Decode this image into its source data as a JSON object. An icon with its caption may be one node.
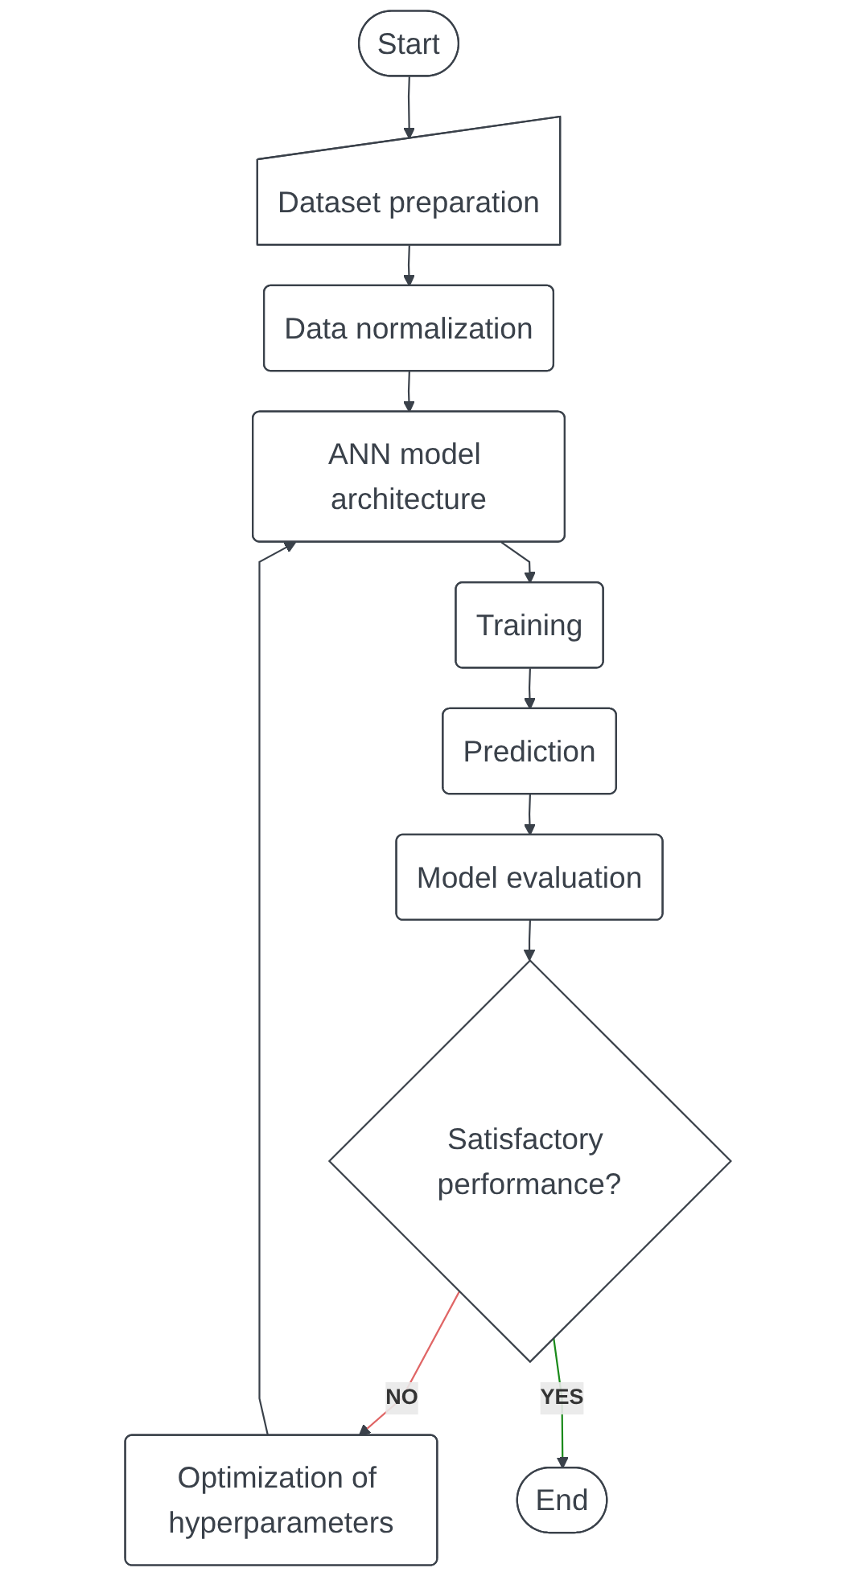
{
  "diagram": {
    "nodes": [
      {
        "text": [
          "Start"
        ]
      },
      {
        "text": [
          "Dataset preparation"
        ]
      },
      {
        "text": [
          "Data normalization"
        ]
      },
      {
        "text": [
          "ANN model architecture"
        ]
      },
      {
        "text": [
          "Optimization of hyperparameters"
        ]
      },
      {
        "text": [
          "Training"
        ]
      },
      {
        "text": [
          "Prediction"
        ]
      },
      {
        "text": [
          "Model evaluation"
        ]
      },
      {
        "text": [
          "Satisfactory performance?"
        ]
      },
      {
        "text": [
          "End"
        ]
      }
    ],
    "edges": [
      {
        "from": 0,
        "to": 1,
        "arrow": "to"
      },
      {
        "from": 1,
        "to": 2,
        "arrow": "to"
      },
      {
        "from": 2,
        "to": 3,
        "arrow": "to"
      },
      {
        "from": 4,
        "to": 3,
        "arrow": "to"
      },
      {
        "from": 3,
        "to": 5,
        "arrow": "to"
      },
      {
        "from": 5,
        "to": 6,
        "arrow": "to"
      },
      {
        "from": 6,
        "to": 7,
        "arrow": "to"
      },
      {
        "from": 7,
        "to": 8,
        "arrow": "to"
      },
      {
        "from": 8,
        "to": 4,
        "arrow": "to",
        "label": "NO",
        "color": "#e06666"
      },
      {
        "from": 8,
        "to": 9,
        "arrow": "to",
        "label": "YES",
        "color": "#1a8a1a"
      }
    ]
  }
}
